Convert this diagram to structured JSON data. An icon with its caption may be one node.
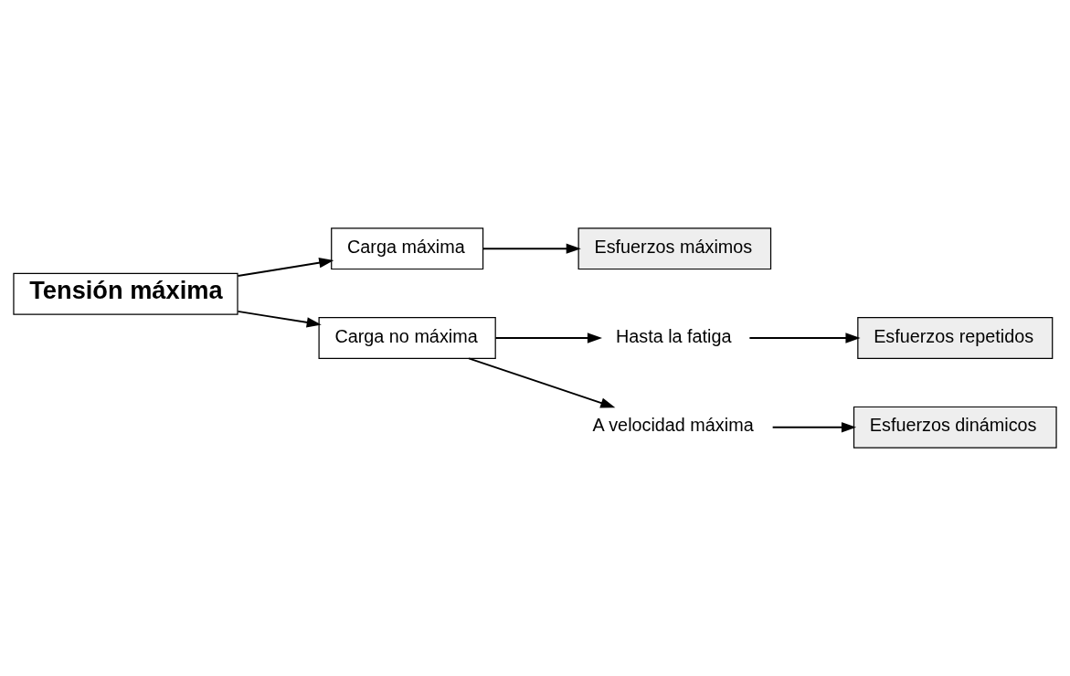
{
  "diagram": {
    "nodes": [
      {
        "text": [
          "Tensión máxima"
        ]
      },
      {
        "text": [
          "Carga máxima"
        ]
      },
      {
        "text": [
          "Esfuerzos máximos"
        ]
      },
      {
        "text": [
          "Carga no máxima"
        ]
      },
      {
        "text": [
          "Hasta la fatiga"
        ]
      },
      {
        "text": [
          "Esfuerzos repetidos"
        ]
      },
      {
        "text": [
          "A velocidad máxima"
        ]
      },
      {
        "text": [
          "Esfuerzos dinámicos"
        ]
      }
    ],
    "edges": [
      {
        "from": 0,
        "to": 1,
        "arrow": "to"
      },
      {
        "from": 1,
        "to": 2,
        "arrow": "to"
      },
      {
        "from": 0,
        "to": 3,
        "arrow": "to"
      },
      {
        "from": 3,
        "to": 4,
        "arrow": "to"
      },
      {
        "from": 4,
        "to": 5,
        "arrow": "to"
      },
      {
        "from": 3,
        "to": 6,
        "arrow": "to"
      },
      {
        "from": 6,
        "to": 7,
        "arrow": "to"
      }
    ]
  }
}
